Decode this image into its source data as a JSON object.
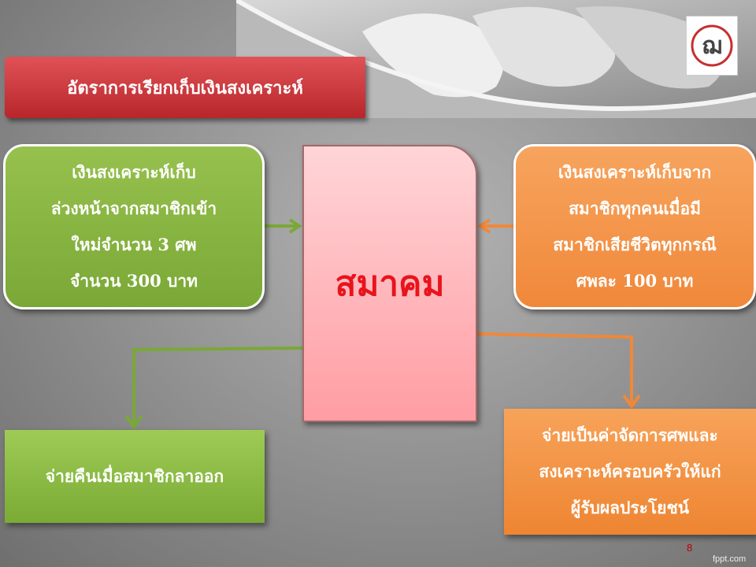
{
  "title": "อัตราการเรียกเก็บเงินสงเคราะห์",
  "logo_glyph": "ฌ",
  "left_box": [
    "เงินสงเคราะห์เก็บ",
    "ล่วงหน้าจากสมาชิกเข้า",
    "ใหม่จำนวน 3 ศพ",
    "จำนวน 300 บาท"
  ],
  "right_box": [
    "เงินสงเคราะห์เก็บจาก",
    "สมาชิกทุกคนเมื่อมี",
    "สมาชิกเสียชีวิตทุกกรณี",
    "ศพละ 100 บาท"
  ],
  "center_label": "สมาคม",
  "bottom_left": "จ่ายคืนเมื่อสมาชิกลาออก",
  "bottom_right": [
    "จ่ายเป็นค่าจัดการศพและ",
    "สงเคราะห์ครอบครัวให้แก่",
    "ผู้รับผลประโยชน์"
  ],
  "page_number": "8",
  "credit": "fppt.com",
  "colors": {
    "green": "#7aa836",
    "orange": "#f0883a",
    "red": "#c5302f",
    "center_text": "#e8141c"
  }
}
